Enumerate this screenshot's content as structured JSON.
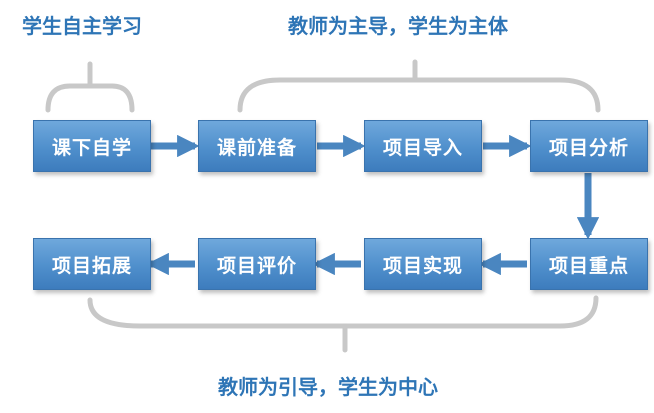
{
  "labels": {
    "self_study": "学生自主学习",
    "teacher_lead": "教师为主导，学生为主体",
    "teacher_guide": "教师为引导，学生为中心"
  },
  "steps": [
    "课下自学",
    "课前准备",
    "项目导入",
    "项目分析",
    "项目重点",
    "项目实现",
    "项目评价",
    "项目拓展"
  ],
  "colors": {
    "box_fill": "#4f8fcc",
    "label_text": "#2e75b6",
    "arrow": "#4a86c0",
    "bracket": "#c8c8c8"
  }
}
